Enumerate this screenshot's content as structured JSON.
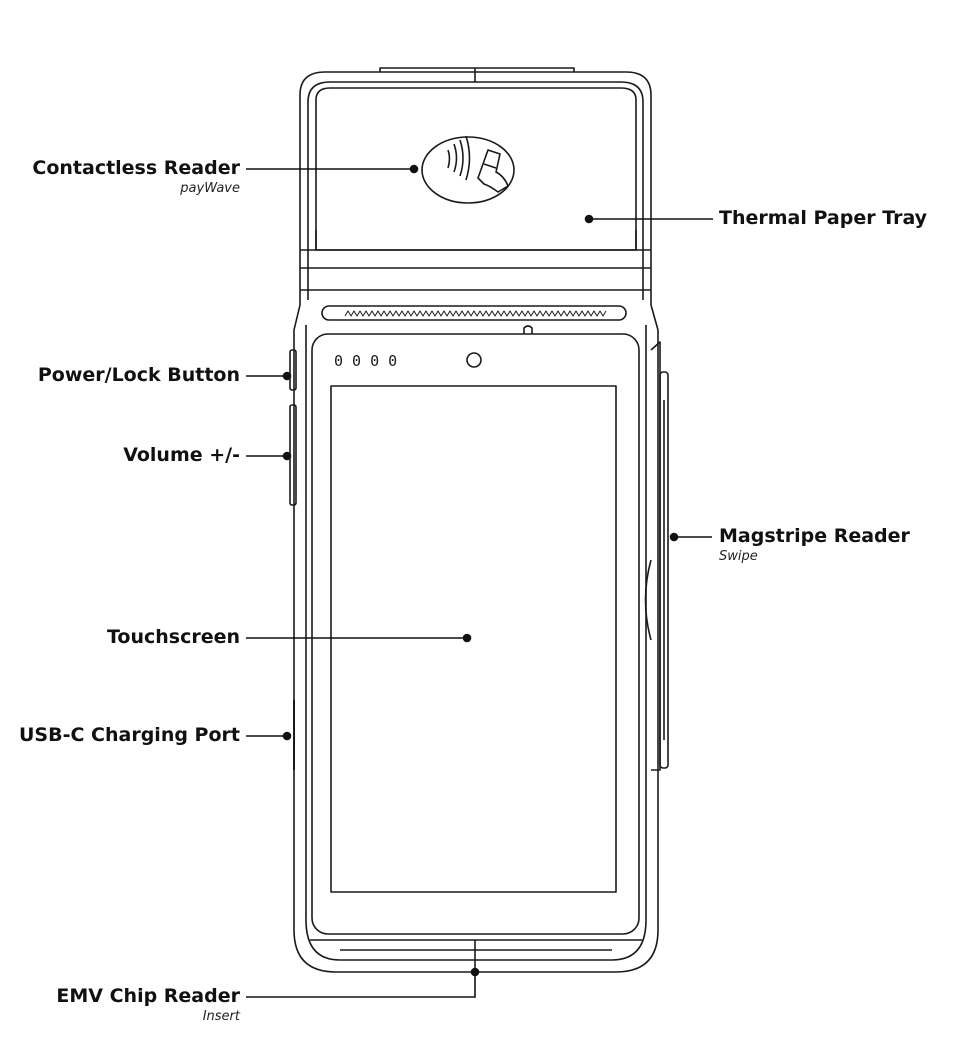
{
  "callouts": {
    "contactless": {
      "label": "Contactless Reader",
      "sub": "payWave"
    },
    "thermal": {
      "label": "Thermal Paper Tray"
    },
    "power": {
      "label": "Power/Lock Button"
    },
    "volume": {
      "label": "Volume +/-"
    },
    "magstripe": {
      "label": "Magstripe Reader",
      "sub": "Swipe"
    },
    "touchscreen": {
      "label": "Touchscreen"
    },
    "usbc": {
      "label": "USB-C Charging Port"
    },
    "emv": {
      "label": "EMV Chip Reader",
      "sub": "Insert"
    }
  },
  "device": {
    "indicator_text": "0 0 0 0"
  },
  "colors": {
    "stroke": "#1a1a1a",
    "text": "#111111",
    "background": "#ffffff"
  }
}
